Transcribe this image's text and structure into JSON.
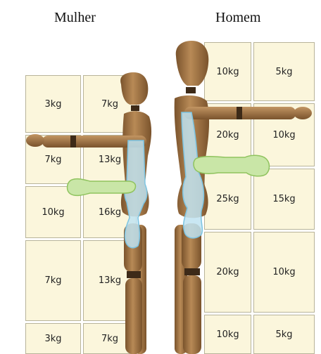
{
  "headings": {
    "woman": "Mulher",
    "man": "Homem"
  },
  "woman_grid": [
    [
      "3kg",
      "7kg"
    ],
    [
      "7kg",
      "13kg"
    ],
    [
      "10kg",
      "16kg"
    ],
    [
      "7kg",
      "13kg"
    ],
    [
      "3kg",
      "7kg"
    ]
  ],
  "man_grid": [
    [
      "10kg",
      "5kg"
    ],
    [
      "20kg",
      "10kg"
    ],
    [
      "25kg",
      "15kg"
    ],
    [
      "20kg",
      "10kg"
    ],
    [
      "10kg",
      "5kg"
    ]
  ],
  "colors": {
    "box_fill": "#fbf6dc",
    "box_border": "#b8b49a",
    "mannequin": "#a57a4c",
    "mannequin_dark": "#6b4a2a",
    "spine_zone": "#bfe3f1",
    "forearm_zone": "#c9e6a7"
  }
}
